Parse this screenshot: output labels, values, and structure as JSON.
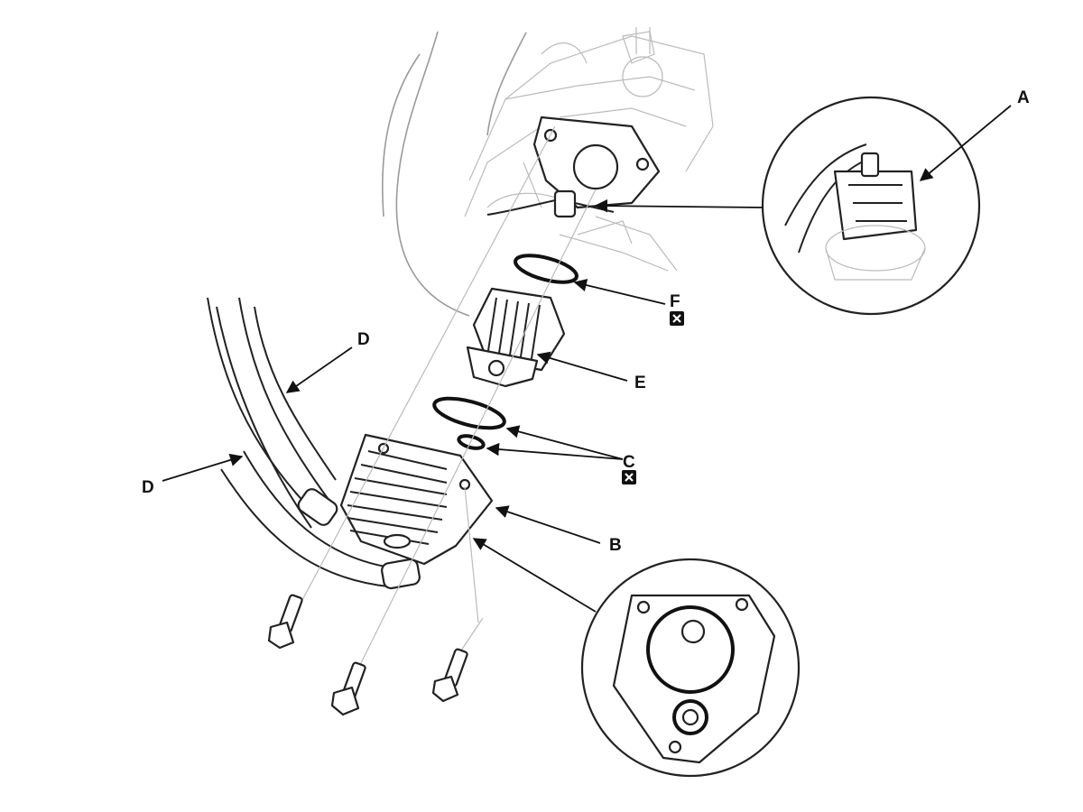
{
  "callouts": {
    "a": "A",
    "b": "B",
    "c": "C",
    "d1": "D",
    "d2": "D",
    "e": "E",
    "f": "F"
  },
  "icons": {
    "replace_marker": "boxed-x-icon"
  },
  "colors": {
    "line": "#111111",
    "faint": "#bbbbbb",
    "background": "#ffffff"
  }
}
